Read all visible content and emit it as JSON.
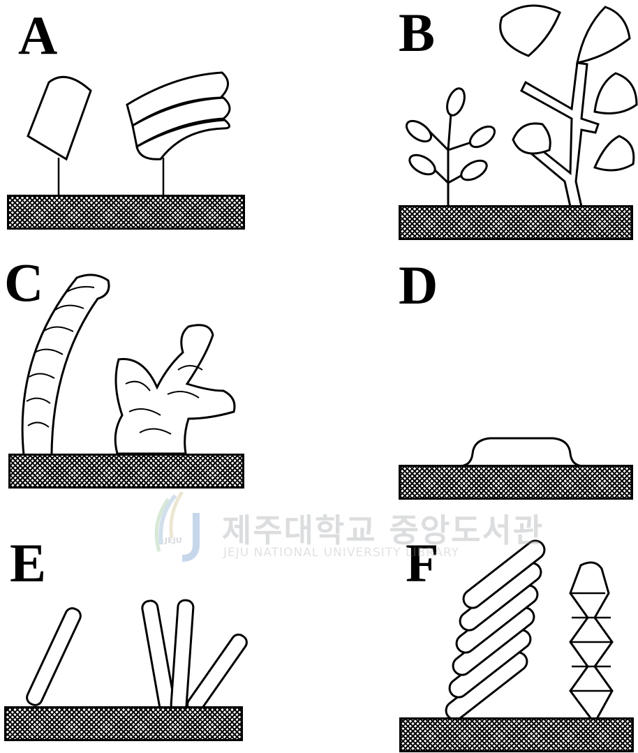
{
  "panels": [
    {
      "letter": "A"
    },
    {
      "letter": "B"
    },
    {
      "letter": "C"
    },
    {
      "letter": "D"
    },
    {
      "letter": "E"
    },
    {
      "letter": "F"
    }
  ],
  "watermark": {
    "korean_text": "제주대학교 중앙도서관",
    "english_text": "JEJU NATIONAL UNIVERSITY LIBRARY",
    "logo_text": "JEJU"
  }
}
